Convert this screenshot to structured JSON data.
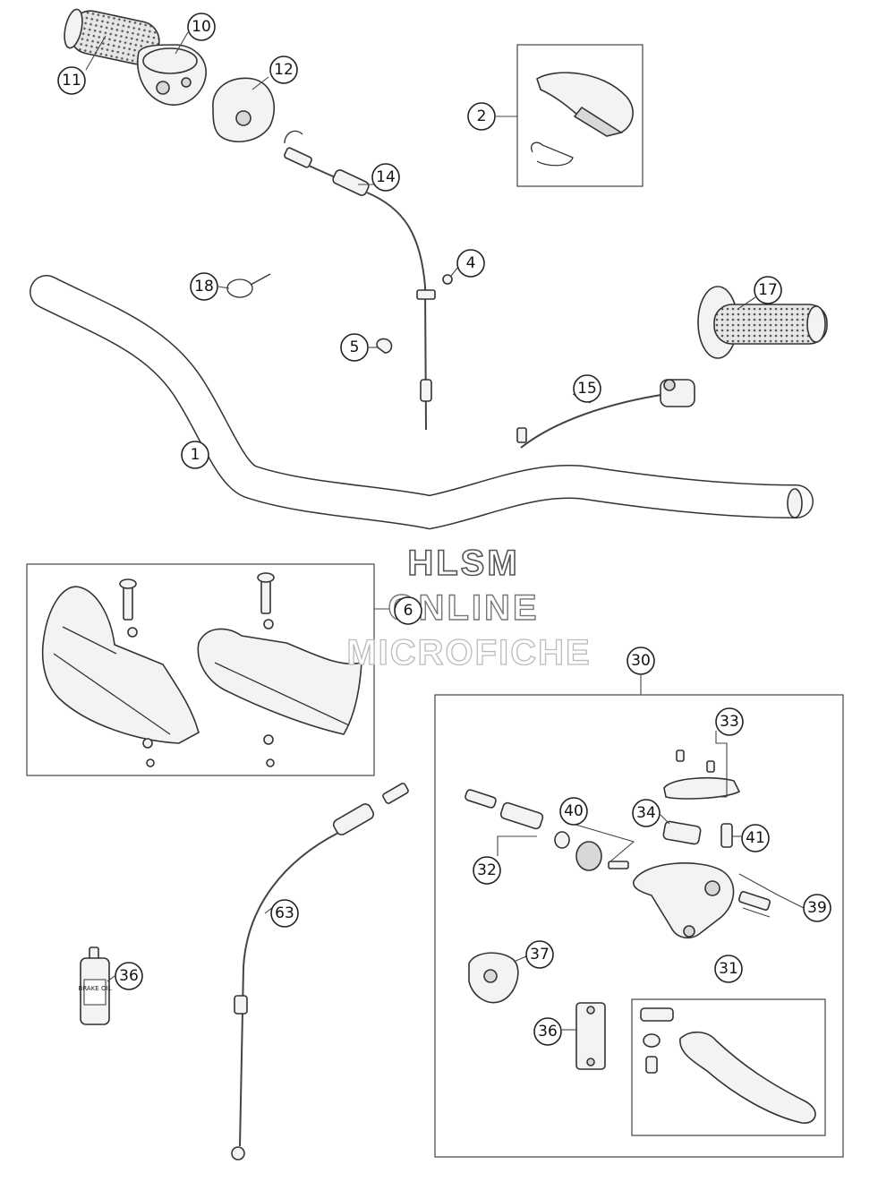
{
  "watermark": {
    "line1": "HLSM",
    "line2": "ONLINE",
    "line3": "MICROFICHE"
  },
  "callouts": {
    "c1": "1",
    "c2": "2",
    "c4": "4",
    "c5": "5",
    "c6": "6",
    "c10": "10",
    "c11": "11",
    "c12": "12",
    "c14": "14",
    "c15": "15",
    "c17": "17",
    "c18": "18",
    "c30": "30",
    "c31": "31",
    "c32": "32",
    "c33": "33",
    "c34": "34",
    "c36a": "36",
    "c36b": "36",
    "c37": "37",
    "c39": "39",
    "c40": "40",
    "c41": "41",
    "c63": "63"
  },
  "bottle_label": "BRAKE OIL"
}
